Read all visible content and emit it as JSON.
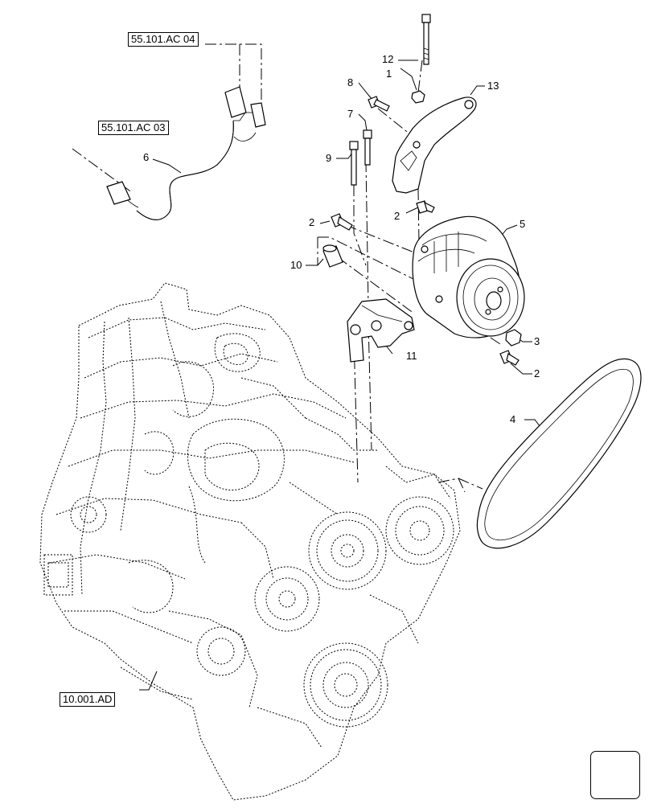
{
  "references": {
    "ref_ac04": "55.101.AC 04",
    "ref_ac03": "55.101.AC 03",
    "ref_engine": "10.001.AD"
  },
  "callouts": {
    "c1": "1",
    "c2a": "2",
    "c2b": "2",
    "c2c": "2",
    "c3": "3",
    "c4": "4",
    "c5": "5",
    "c6": "6",
    "c7": "7",
    "c8": "8",
    "c9": "9",
    "c10": "10",
    "c11": "11",
    "c12": "12",
    "c13": "13"
  },
  "icons": {
    "nav": "arrow-navigation-icon"
  }
}
